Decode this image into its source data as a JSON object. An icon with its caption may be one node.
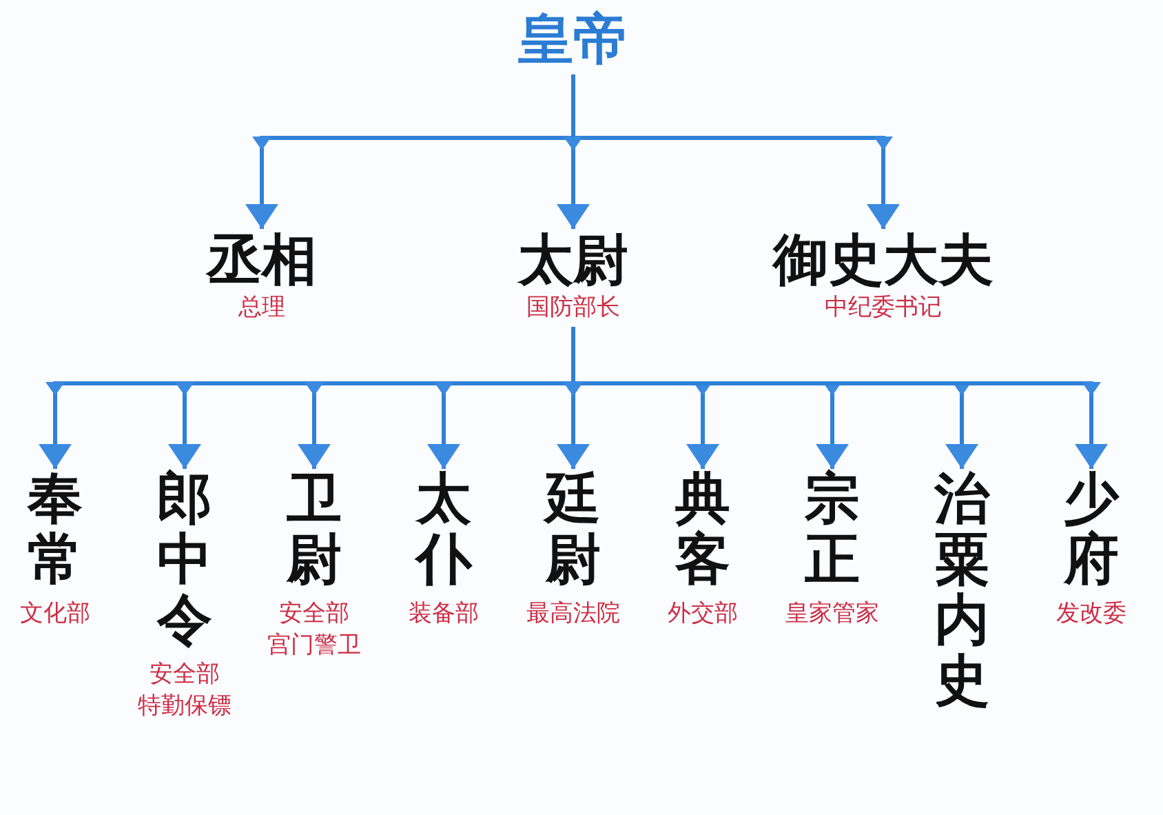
{
  "diagram": {
    "nodes": [
      {
        "text": [
          "皇帝"
        ]
      },
      {
        "text": [
          "丞相",
          "总理"
        ]
      },
      {
        "text": [
          "太尉",
          "国防部长"
        ]
      },
      {
        "text": [
          "御史大夫",
          "中纪委书记"
        ]
      },
      {
        "text": [
          "奉常",
          "文化部"
        ]
      },
      {
        "text": [
          "郎中令",
          "安全部",
          "特勤保镖"
        ]
      },
      {
        "text": [
          "卫尉",
          "安全部",
          "宫门警卫"
        ]
      },
      {
        "text": [
          "太仆",
          "装备部"
        ]
      },
      {
        "text": [
          "廷尉",
          "最高法院"
        ]
      },
      {
        "text": [
          "典客",
          "外交部"
        ]
      },
      {
        "text": [
          "宗正",
          "皇家管家"
        ]
      },
      {
        "text": [
          "治粟内史"
        ]
      },
      {
        "text": [
          "少府",
          "发改委"
        ]
      }
    ],
    "edges": [
      {
        "from": 0,
        "to": 1,
        "arrow": "to"
      },
      {
        "from": 0,
        "to": 2,
        "arrow": "to"
      },
      {
        "from": 0,
        "to": 3,
        "arrow": "to"
      },
      {
        "from": 2,
        "to": 4,
        "arrow": "to"
      },
      {
        "from": 2,
        "to": 5,
        "arrow": "to"
      },
      {
        "from": 2,
        "to": 6,
        "arrow": "to"
      },
      {
        "from": 2,
        "to": 7,
        "arrow": "to"
      },
      {
        "from": 2,
        "to": 8,
        "arrow": "to"
      },
      {
        "from": 2,
        "to": 9,
        "arrow": "to"
      },
      {
        "from": 2,
        "to": 10,
        "arrow": "to"
      },
      {
        "from": 2,
        "to": 11,
        "arrow": "to"
      },
      {
        "from": 2,
        "to": 12,
        "arrow": "to"
      }
    ]
  }
}
